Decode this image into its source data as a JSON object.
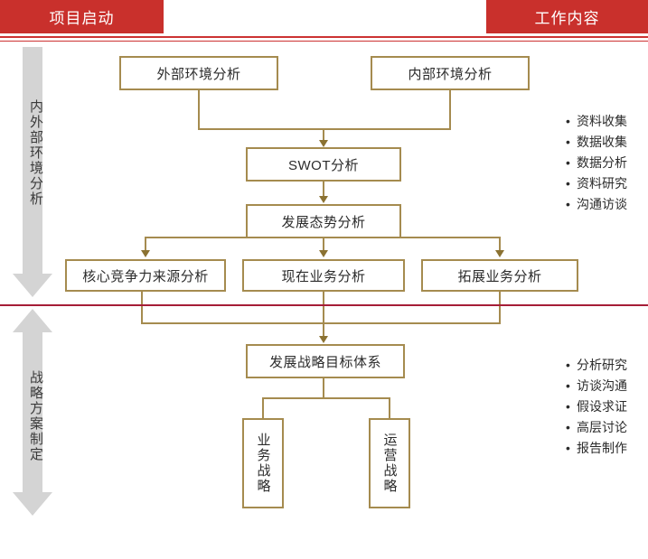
{
  "header": {
    "left_banner": "项目启动",
    "right_banner": "工作内容",
    "banner_color": "#C9302C",
    "rule_color": "#CC3333"
  },
  "phases": [
    {
      "label": "内外部环境分析",
      "direction": "down",
      "color": "#D4D4D4"
    },
    {
      "label": "战略方案制定",
      "direction": "up-down",
      "color": "#D4D4D4"
    }
  ],
  "divider": {
    "color": "#A61D37"
  },
  "flow": {
    "box_border_color": "#A58B4F",
    "connector_color": "#A58B4F",
    "nodes": {
      "external_env": "外部环境分析",
      "internal_env": "内部环境分析",
      "swot": "SWOT分析",
      "trend": "发展态势分析",
      "core_competence": "核心竞争力来源分析",
      "current_business": "现在业务分析",
      "expand_business": "拓展业务分析",
      "strategy_goals": "发展战略目标体系",
      "business_strategy": "业务战略",
      "operation_strategy": "运营战略"
    }
  },
  "work_content": {
    "upper": [
      "资料收集",
      "数据收集",
      "数据分析",
      "资料研究",
      "沟通访谈"
    ],
    "lower": [
      "分析研究",
      "访谈沟通",
      "假设求证",
      "高层讨论",
      "报告制作"
    ]
  }
}
